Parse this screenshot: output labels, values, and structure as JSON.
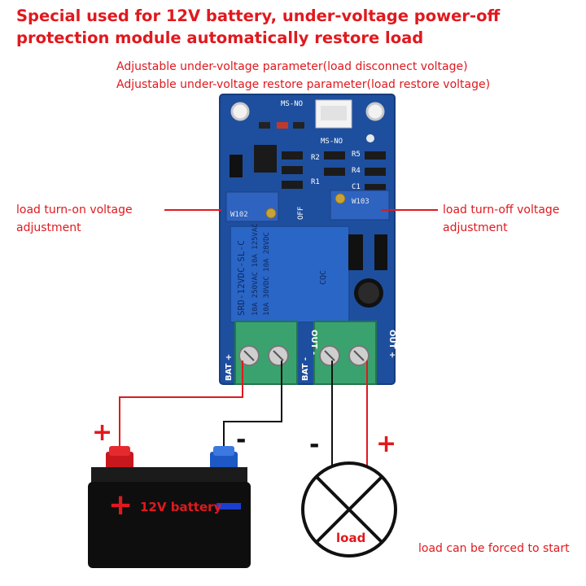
{
  "title": "Special used for 12V battery, under-voltage power-off protection module automatically restore load",
  "subtitles": [
    "Adjustable under-voltage parameter(load disconnect voltage)",
    "Adjustable under-voltage restore parameter(load restore voltage)"
  ],
  "labels": {
    "turn_on": "load turn-on voltage adjustment",
    "turn_off": "load turn-off voltage adjustment",
    "battery": "12V battery",
    "load": "load",
    "forced": "load can be forced to start",
    "plus": "+",
    "minus": "-"
  },
  "board": {
    "relay_lines": [
      "SRD-12VDC-SL-C",
      "10A 250VAC 10A 125VAC",
      "10A 30VDC 10A 28VDC"
    ],
    "top_connector": "MS-NO",
    "top_connector_2": "MS-NO",
    "silk_left": [
      "R2",
      "R1"
    ],
    "silk_right": [
      "R5",
      "R4",
      "C1"
    ],
    "pot_left": "W102",
    "pot_right": "W103",
    "term_left": "BAT +",
    "term_left2": "BAT -",
    "term_right": "OUT +",
    "term_right2": "OUT -",
    "off_mark": "OFF",
    "cqc": "CQC"
  },
  "colors": {
    "accent_red": "#e0191e",
    "pcb_blue": "#1e4f9e",
    "relay_blue": "#2a66c6",
    "terminal_green": "#3aa26e",
    "battery_body": "#111111",
    "battery_bar": "#1a3fd0"
  }
}
